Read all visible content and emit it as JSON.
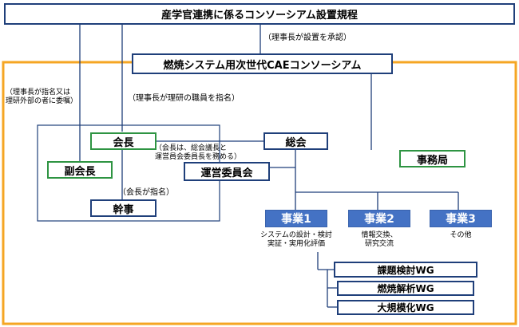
{
  "diagram": {
    "top_box": "産学官連携に係るコンソーシアム設置規程",
    "approval_note": "（理事長が設置を承認）",
    "consortium": "燃焼システム用次世代CAEコンソーシアム",
    "note_vice_chair": [
      "（理事長が指名又は",
      "理研外部の者に委嘱）"
    ],
    "note_chair": "（理事長が理研の職員を指名）",
    "note_steering": [
      "（会長は、総会議長と",
      "運営員会委員長を務める）"
    ],
    "note_secretary": "（会長が指名）",
    "chair": "会長",
    "vice_chair": "副会長",
    "secretary": "幹事",
    "general_meeting": "総会",
    "steering_committee": "運営委員会",
    "office": "事務局",
    "projects": [
      {
        "label": "事業1",
        "desc": [
          "システムの設計・検討",
          "実証・実用化評価"
        ]
      },
      {
        "label": "事業2",
        "desc": [
          "情報交換、",
          "研究交流"
        ]
      },
      {
        "label": "事業3",
        "desc": [
          "その他"
        ]
      }
    ],
    "working_groups": [
      "課題検討WG",
      "燃焼解析WG",
      "大規模化WG"
    ],
    "colors": {
      "navy": "#1f3f7a",
      "green": "#2e9442",
      "orange": "#f5a623",
      "project_blue": "#4472c4"
    }
  }
}
